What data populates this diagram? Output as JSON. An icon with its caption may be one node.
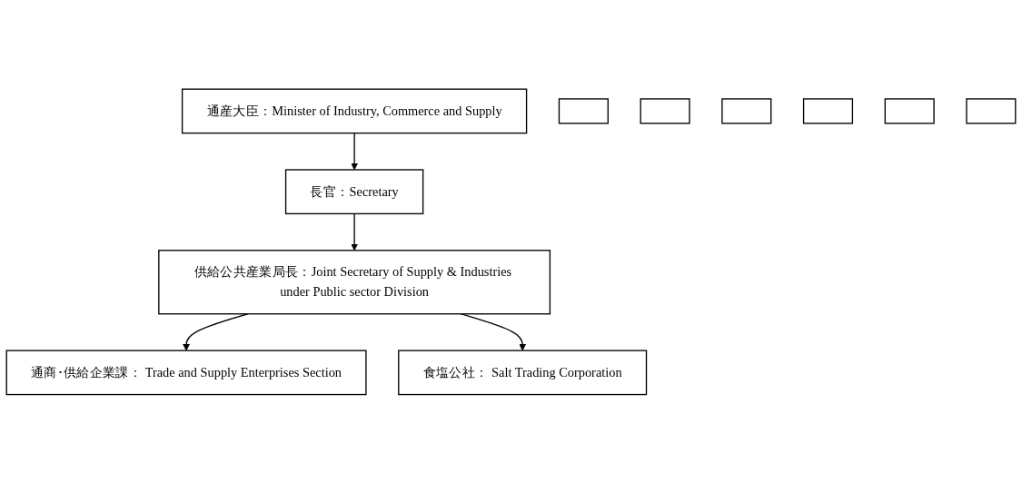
{
  "diagram": {
    "nodes": [
      {
        "text": [
          "通産大臣：Minister of Industry, Commerce and Supply"
        ]
      },
      {
        "text": [
          "長官：Secretary"
        ]
      },
      {
        "text": [
          "供給公共産業局長：Joint Secretary of Supply & Industries under Public sector Division"
        ]
      },
      {
        "text": [],
        "shape": "box"
      },
      {
        "text": [],
        "shape": "box"
      },
      {
        "text": [],
        "shape": "box"
      },
      {
        "text": [],
        "shape": "box"
      },
      {
        "text": [
          "通商･供給企業課： Trade and Supply Enterprises Section"
        ]
      },
      {
        "text": [],
        "shape": "box"
      },
      {
        "text": [],
        "shape": "box"
      },
      {
        "text": [
          "食塩公社： Salt Trading Corporation"
        ]
      }
    ],
    "edges": [
      {
        "from": 0,
        "to": 1,
        "arrow": "to"
      },
      {
        "from": 1,
        "to": 2,
        "arrow": "to"
      },
      {
        "from": 2,
        "to": 7,
        "arrow": "to"
      },
      {
        "from": 2,
        "to": 10,
        "arrow": "to"
      }
    ]
  }
}
